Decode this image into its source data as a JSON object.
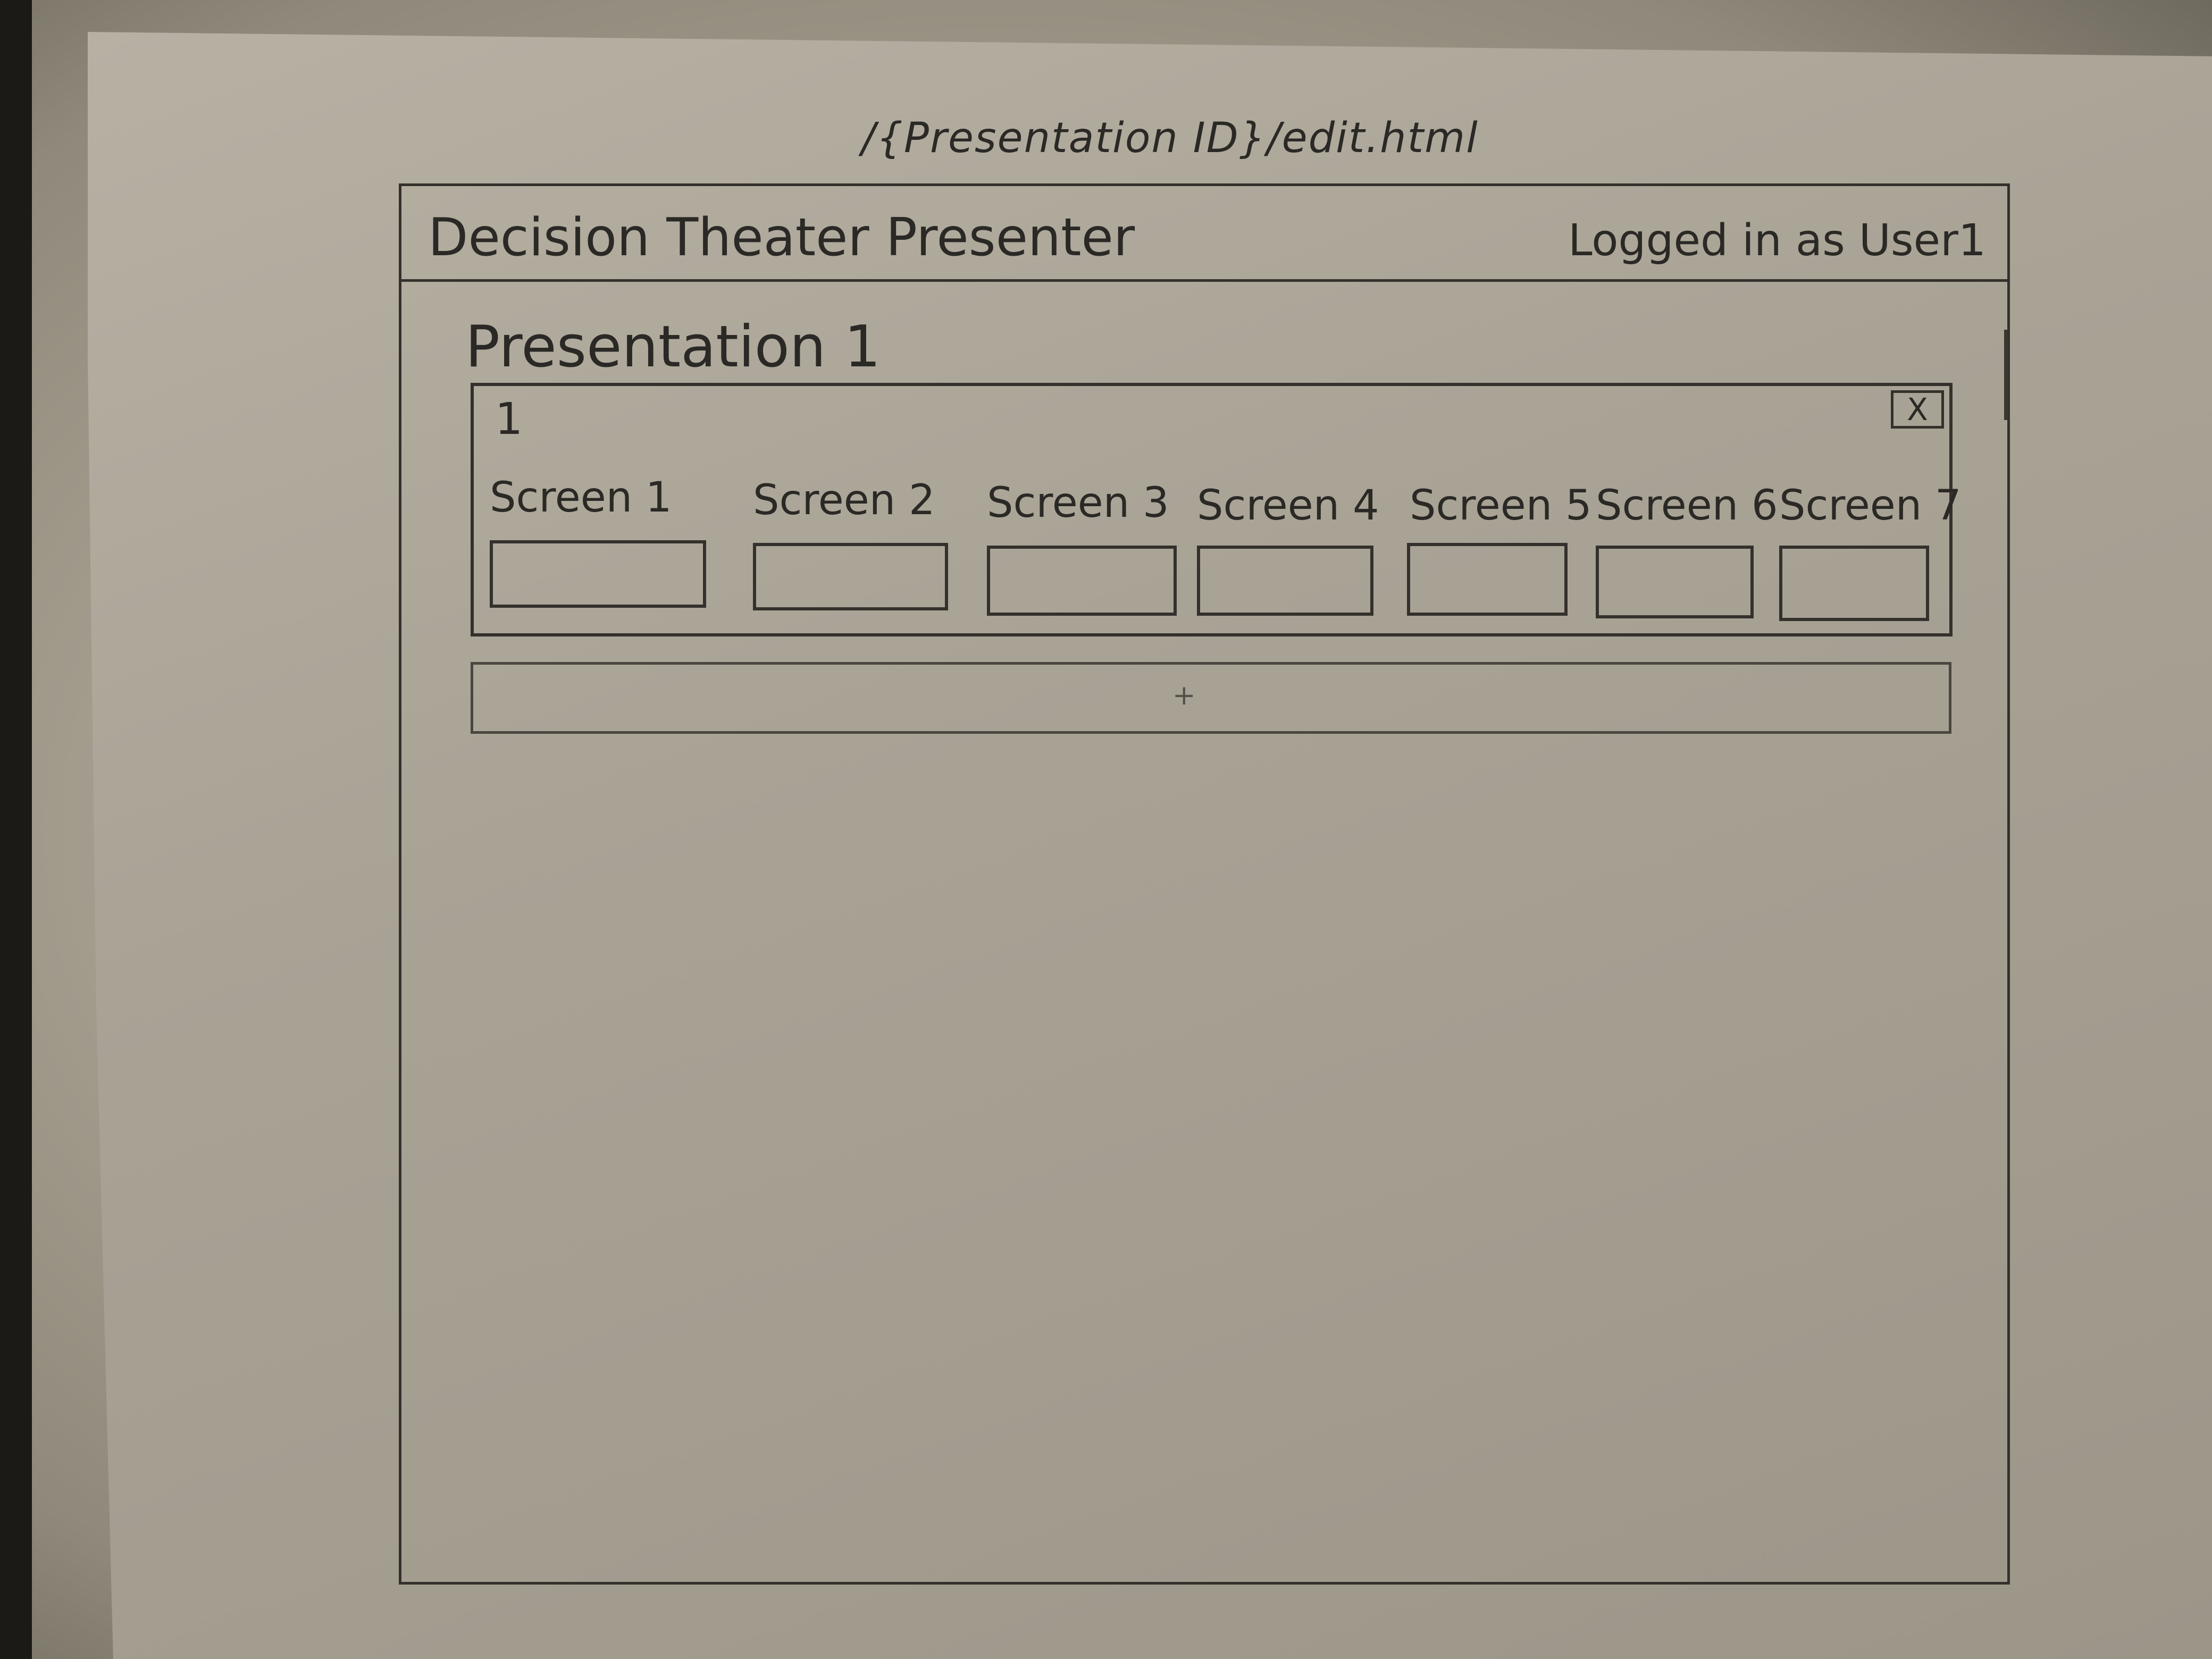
{
  "url_path": "/{Presentation ID}/edit.html",
  "header": {
    "app_title": "Decision Theater Presenter",
    "user_status": "Logged in as User1"
  },
  "presentation": {
    "title": "Presentation 1"
  },
  "group": {
    "number": "1",
    "close_label": "X",
    "screens": [
      {
        "label": "Screen 1"
      },
      {
        "label": "Screen 2"
      },
      {
        "label": "Screen 3"
      },
      {
        "label": "Screen 4"
      },
      {
        "label": "Screen 5"
      },
      {
        "label": "Screen 6"
      },
      {
        "label": "Screen 7"
      }
    ]
  },
  "add_bar": {
    "icon": "plus-icon",
    "symbol": "+"
  }
}
